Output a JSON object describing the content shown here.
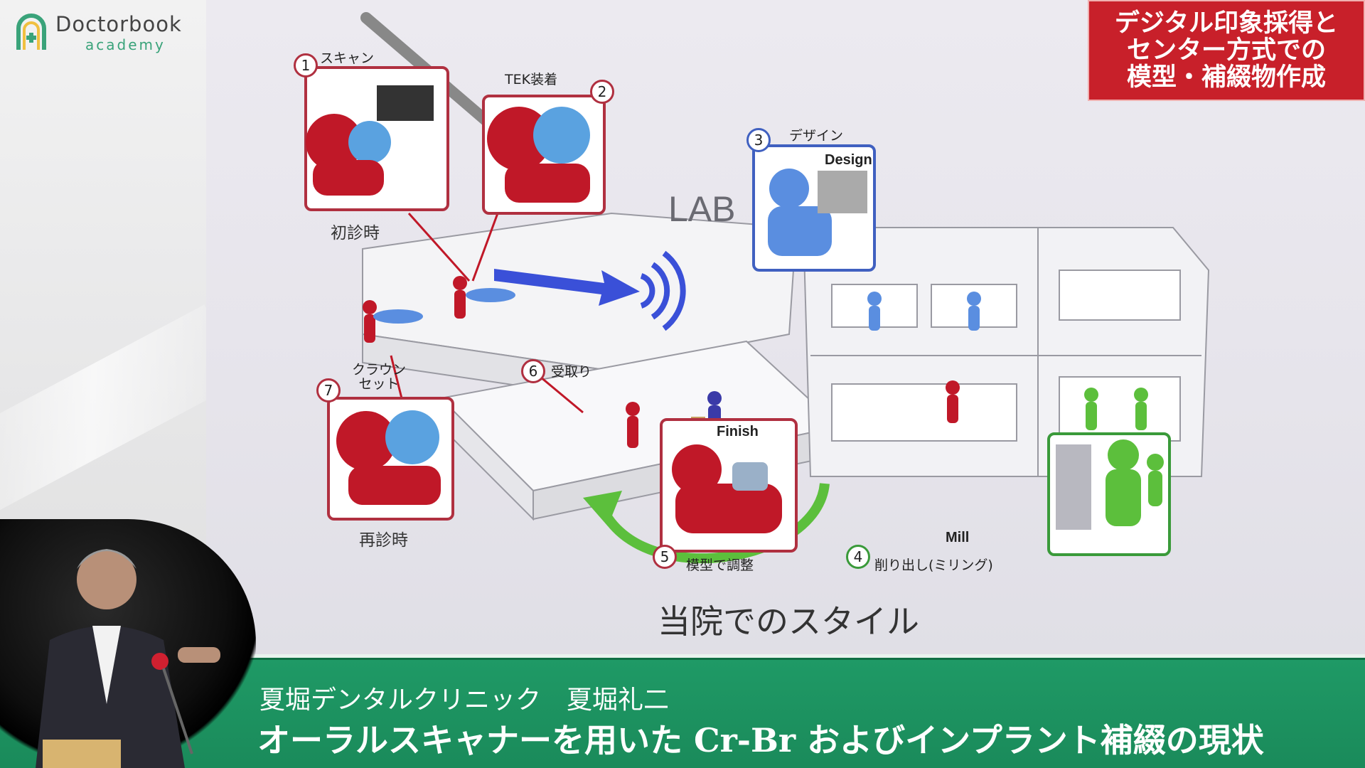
{
  "logo": {
    "brand_line1": "Doctorbook",
    "brand_line2": "academy",
    "brand_color": "#3aa37a"
  },
  "topic": {
    "lines": [
      "デジタル印象採得と",
      "センター方式での",
      "模型・補綴物作成"
    ],
    "color": "#c8202a"
  },
  "slide": {
    "lab_label": "LAB",
    "caption": "当院でのスタイル",
    "steps": [
      {
        "num": "1",
        "label": "スキャン"
      },
      {
        "num": "2",
        "label": "TEK装着"
      },
      {
        "num": "3",
        "label": "デザイン",
        "panel_word": "Design"
      },
      {
        "num": "4",
        "label": "削り出し(ミリング)",
        "panel_word": "Mill"
      },
      {
        "num": "5",
        "label": "模型で調整",
        "panel_word": "Finish"
      },
      {
        "num": "6",
        "label": "受取り"
      },
      {
        "num": "7",
        "label": "クラウン\nセット"
      }
    ],
    "first_visit": "初診時",
    "revisit": "再診時",
    "crown_set_line1": "クラウン",
    "crown_set_line2": "セット"
  },
  "lower_third": {
    "speaker": "夏堀デンタルクリニック　夏堀礼二",
    "title": "オーラルスキャナーを用いた Cr-Br およびインプラント補綴の現状",
    "color": "#1f9a66"
  }
}
